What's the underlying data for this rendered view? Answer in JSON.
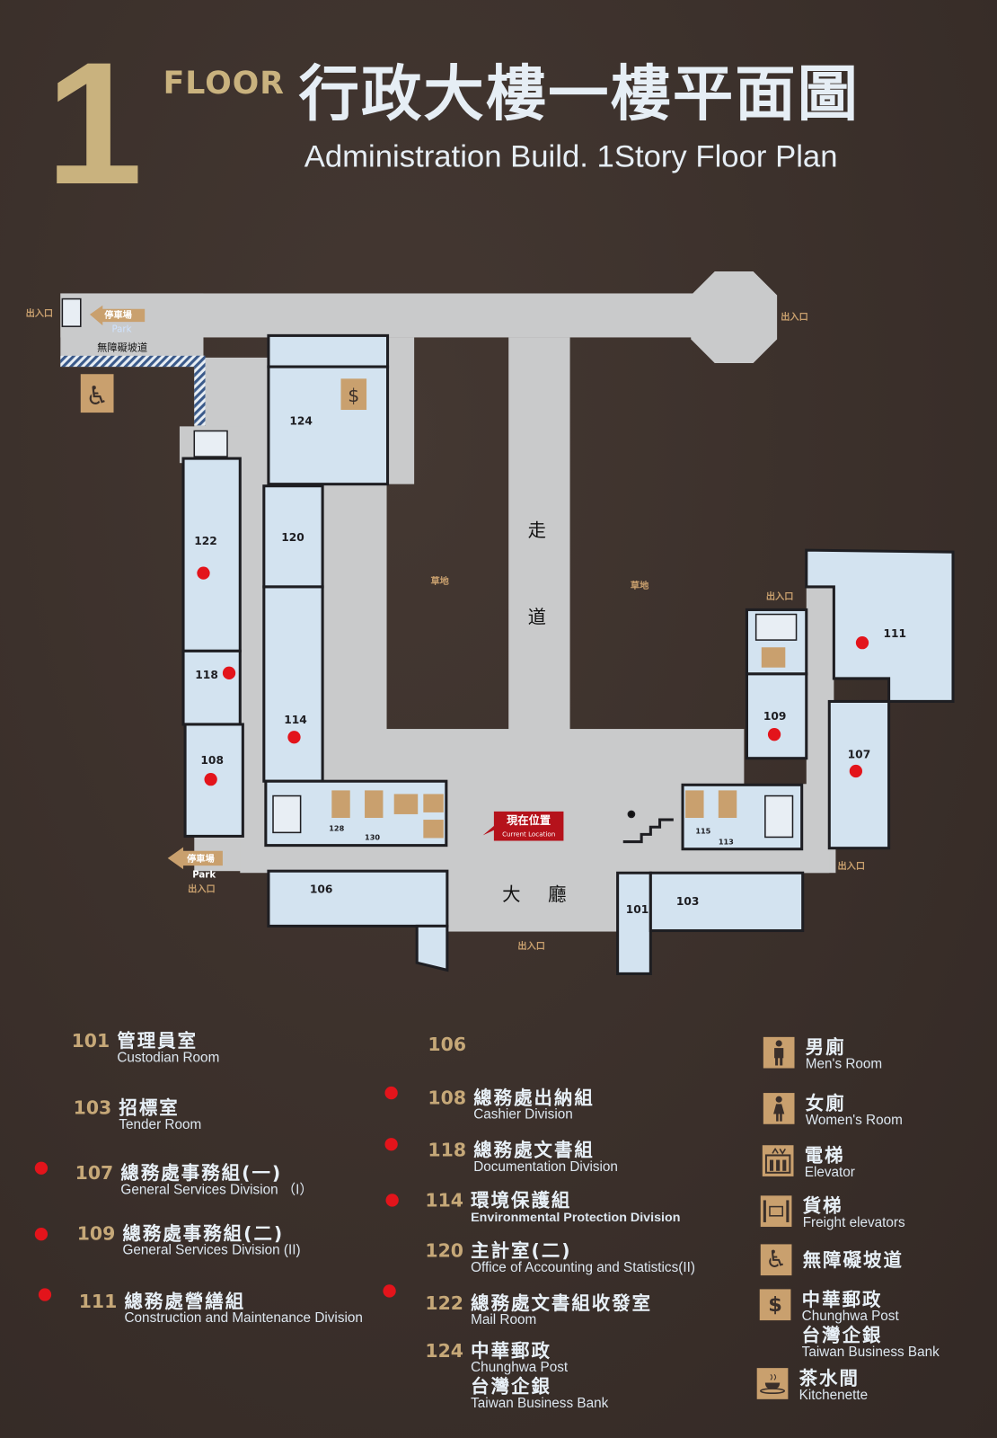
{
  "header": {
    "floor_number": "1",
    "floor_label": "FLOOR",
    "title_zh": "行政大樓一樓平面圖",
    "title_en": "Administration Build. 1Story Floor Plan"
  },
  "colors": {
    "background": "#3a2f2a",
    "corridor": "#c9cacb",
    "room": "#d3e3f0",
    "accent_gold": "#c9b27e",
    "icon_tan": "#c9a06e",
    "marker_red": "#e3141b",
    "current_location": "#b5121b"
  },
  "map": {
    "corridor_label": [
      "走",
      "道"
    ],
    "lobby_label": [
      "大",
      "廳"
    ],
    "grass_label": "草地",
    "exit_label": "出入口",
    "park_zh": "停車場",
    "park_en": "Park",
    "ramp_label": "無障礙坡道",
    "current_location_zh": "現在位置",
    "current_location_en": "Current Location",
    "rooms": {
      "r124": "124",
      "r120": "120",
      "r122": "122",
      "r118": "118",
      "r114": "114",
      "r108": "108",
      "r106": "106",
      "r101": "101",
      "r103": "103",
      "r109": "109",
      "r111": "111",
      "r107": "107",
      "r128": "128",
      "r130": "130",
      "r115": "115",
      "r113": "113"
    }
  },
  "legend": {
    "rooms": [
      {
        "number": "101",
        "zh": "管理員室",
        "en": "Custodian Room",
        "marked": false
      },
      {
        "number": "103",
        "zh": "招標室",
        "en": "Tender Room",
        "marked": false
      },
      {
        "number": "107",
        "zh": "總務處事務組(一)",
        "en": "General Services Division （I）",
        "marked": true
      },
      {
        "number": "109",
        "zh": "總務處事務組(二)",
        "en": "General Services Division (II)",
        "marked": true
      },
      {
        "number": "111",
        "zh": "總務處營繕組",
        "en": "Construction and Maintenance Division",
        "marked": true
      },
      {
        "number": "106",
        "zh": "",
        "en": "",
        "marked": false
      },
      {
        "number": "108",
        "zh": "總務處出納組",
        "en": "Cashier Division",
        "marked": true
      },
      {
        "number": "118",
        "zh": "總務處文書組",
        "en": "Documentation Division",
        "marked": true
      },
      {
        "number": "114",
        "zh": "環境保護組",
        "en": "Environmental Protection Division",
        "marked": true
      },
      {
        "number": "120",
        "zh": "主計室(二)",
        "en": "Office of Accounting and Statistics(II)",
        "marked": false
      },
      {
        "number": "122",
        "zh": "總務處文書組收發室",
        "en": "Mail Room",
        "marked": true
      },
      {
        "number": "124",
        "zh": "中華郵政",
        "en": "Chunghwa Post",
        "zh2": "台灣企銀",
        "en2": "Taiwan Business Bank",
        "marked": false
      }
    ],
    "facilities": [
      {
        "icon": "mens-room-icon",
        "zh": "男廁",
        "en": "Men's Room"
      },
      {
        "icon": "womens-room-icon",
        "zh": "女廁",
        "en": "Women's Room"
      },
      {
        "icon": "elevator-icon",
        "zh": "電梯",
        "en": "Elevator"
      },
      {
        "icon": "freight-elevator-icon",
        "zh": "貨梯",
        "en": "Freight elevators"
      },
      {
        "icon": "wheelchair-icon",
        "zh": "無障礙坡道",
        "en": ""
      },
      {
        "icon": "money-bag-icon",
        "zh": "中華郵政",
        "en": "Chunghwa Post",
        "zh2": "台灣企銀",
        "en2": "Taiwan Business Bank"
      },
      {
        "icon": "tea-cup-icon",
        "zh": "茶水間",
        "en": "Kitchenette"
      }
    ]
  }
}
